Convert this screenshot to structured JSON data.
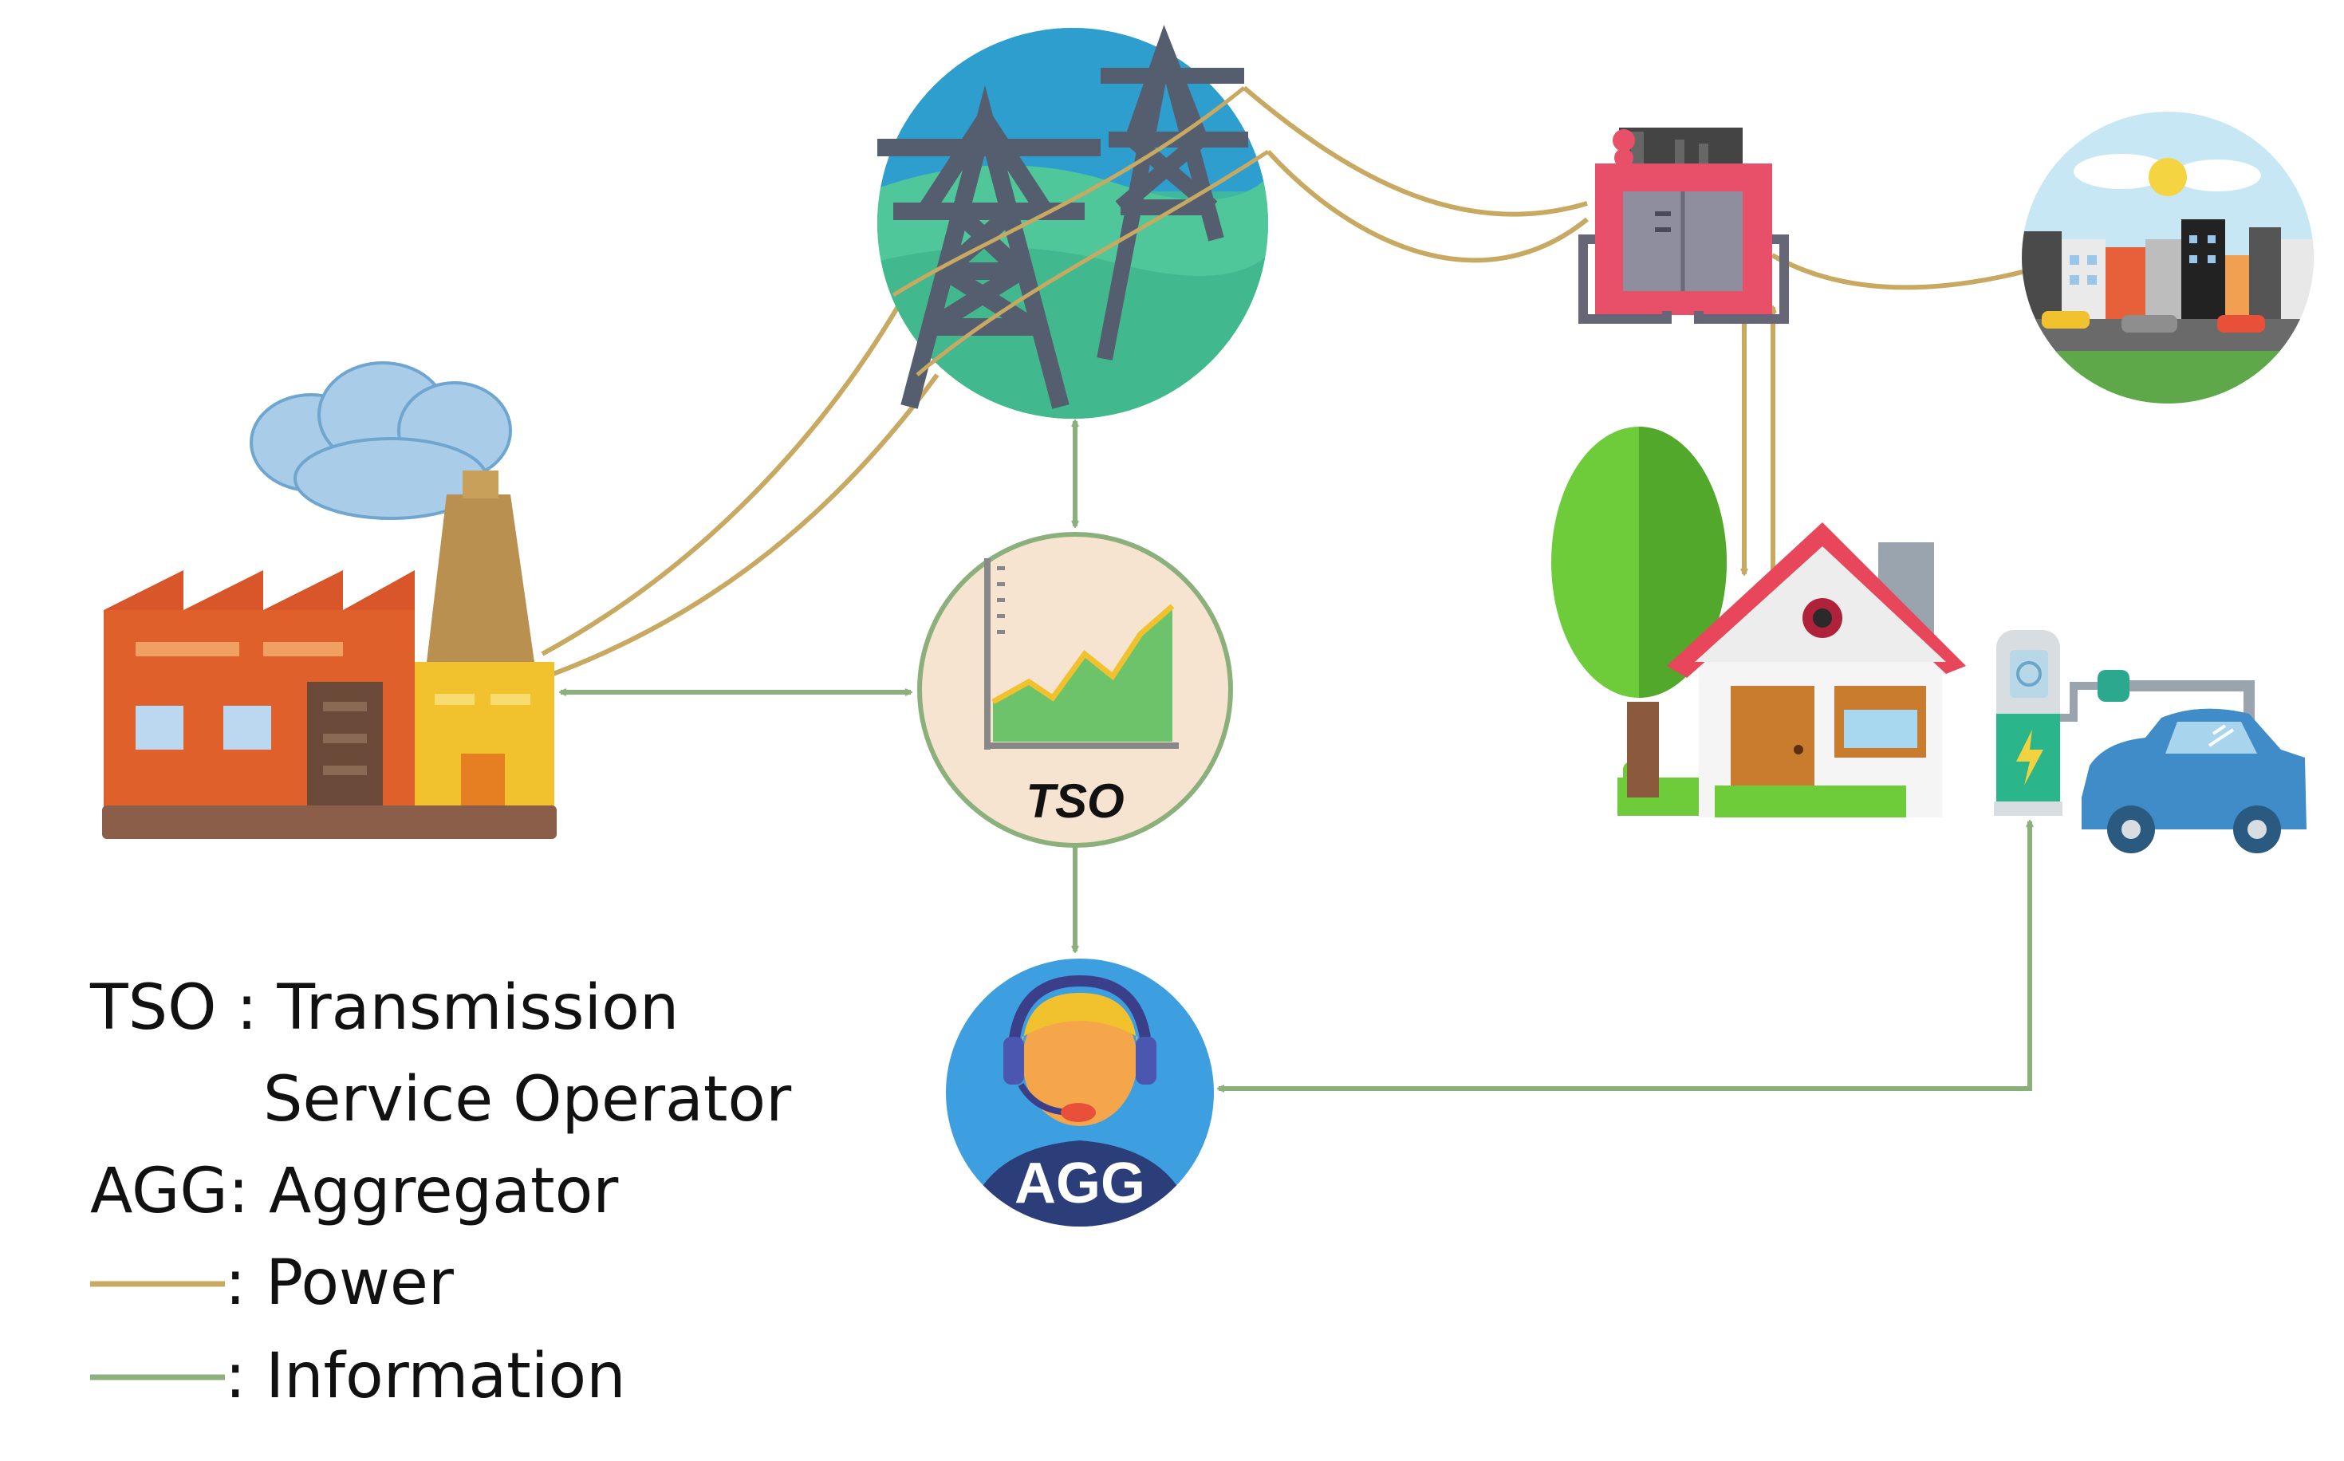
{
  "labels": {
    "tso": "TSO",
    "agg": "AGG"
  },
  "legend": {
    "tso_abbr": "TSO : Transmission",
    "tso_cont": "Service Operator",
    "agg_abbr": "AGG: Aggregator",
    "power": ": Power",
    "information": ": Information"
  },
  "colors": {
    "power": "#c8a961",
    "information": "#8cb07c",
    "tso_bg": "#f7e4d0",
    "agg_bg": "#3d9ee0",
    "transmission_bg": "#3fb8a0",
    "factory": "#d9552a"
  },
  "icons": {
    "factory": "factory-icon",
    "transmission": "transmission-tower-icon",
    "substation": "substation-icon",
    "city": "city-icon",
    "house": "house-icon",
    "tree": "tree-icon",
    "charger": "ev-charger-icon",
    "car": "electric-car-icon",
    "tso": "chart-icon",
    "agg": "operator-headset-icon"
  }
}
